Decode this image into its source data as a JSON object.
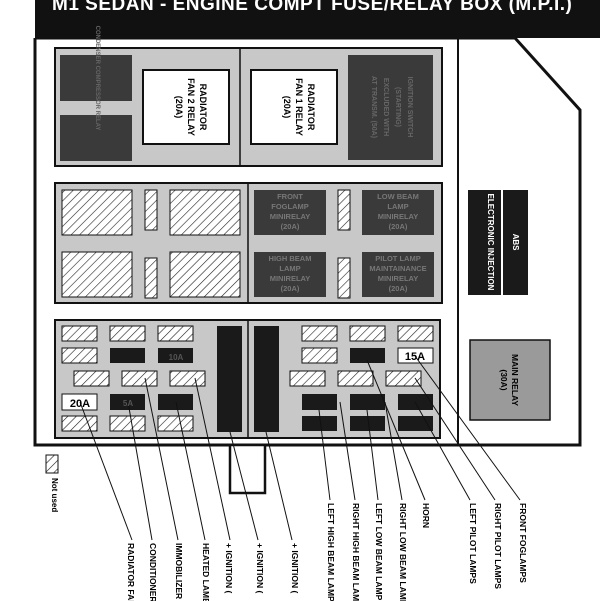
{
  "title": "M1 SEDAN - ENGINE COMPT FUSE/RELAY BOX (M.P.I.)",
  "top_block": {
    "left_relay_label": "CONDENSER COMPRESSOR RELAY",
    "fan2_relay": [
      "RADIATOR",
      "FAN 2 RELAY",
      "(20A)"
    ],
    "fan1_relay": [
      "RADIATOR",
      "FAN 1 RELAY",
      "(20A)"
    ],
    "right_relay_label": [
      "IGNITION SWITCH",
      "(STARTING)",
      "EXCLUDED WITH",
      "AT TRANSM. (50A)"
    ]
  },
  "mid_block": {
    "front_foglamp": [
      "FRONT",
      "FOGLAMP",
      "MINIRELAY",
      "(20A)"
    ],
    "low_beam": [
      "LOW BEAM",
      "LAMP",
      "MINIRELAY",
      "(20A)"
    ],
    "high_beam": [
      "HIGH BEAM",
      "LAMP",
      "MINIRELAY",
      "(20A)"
    ],
    "pilot_lamp": [
      "PILOT LAMP",
      "MAINTAINANCE",
      "MINIRELAY",
      "(20A)"
    ]
  },
  "abs": {
    "left_label": "ELECTRONIC INJECTION",
    "right_label": "ABS"
  },
  "main_relay": [
    "MAIN RELAY",
    "(30A)"
  ],
  "fuses": {
    "label_15a": "15A",
    "label_20a": "20A",
    "label_10a": "10A",
    "label_5a": "5A"
  },
  "legend_not_used": "Not used",
  "callouts": [
    "RADIATOR FAN",
    "CONDITIONER",
    "IMMOBILIZER",
    "HEATED LAMBDA",
    "+ IGNITION (",
    "+ IGNITION (",
    "+ IGNITION (",
    "LEFT HIGH BEAM LAMP",
    "RIGHT HIGH BEAM LAMP",
    "LEFT LOW BEAM LAMP",
    "RIGHT LOW BEAM LAMP",
    "HORN",
    "LEFT PILOT LAMPS",
    "RIGHT PILOT LAMPS",
    "FRONT FOGLAMPS"
  ]
}
